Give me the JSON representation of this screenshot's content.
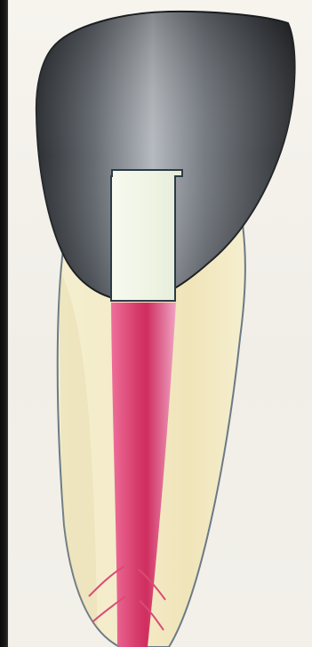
{
  "colors": {
    "background": "#f4f1ec",
    "crown_dark": "#2f3134",
    "crown_light": "#aeb4ba",
    "root_dentin": "#f2e7c6",
    "root_outline": "#6b7a86",
    "post_fill": "#edf2e3",
    "post_outline": "#2a3b46",
    "pulp_red": "#cf3e6b",
    "pulp_pink": "#e58db5",
    "nerve_line": "#d94b75"
  },
  "icons": {
    "crown": "crown-shape",
    "post": "post-shape",
    "root": "root-shape",
    "pulp": "pulp-canal-shape"
  }
}
